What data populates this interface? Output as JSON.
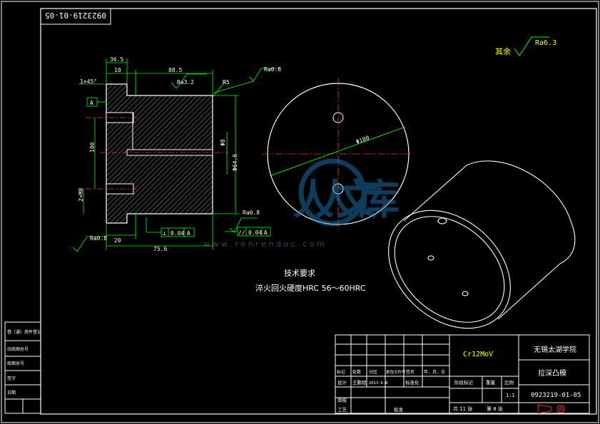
{
  "drawing_number_mirrored": "0923219-01-05",
  "surface_finish_other": {
    "label": "其余",
    "value": "Ra6.3"
  },
  "section_view": {
    "chamfer": "1×45°",
    "datum": "A",
    "dims": {
      "d1": "36.5",
      "d2": "10",
      "d3": "88.5",
      "r": "R5",
      "rough1": "Ra3.2",
      "rough2": "Ra0.8",
      "rough3": "Ra0.8",
      "rough4": "Ra0.8",
      "v1": "100",
      "v2": "2×M8",
      "v3": "Φ8",
      "v4": "Φ64.6",
      "h1": "20",
      "h2": "75.6"
    },
    "tol_flatness": {
      "sym": "⊥",
      "val": "0.04",
      "ref": "A"
    },
    "tol_parallel": {
      "sym": "//",
      "val": "0.04",
      "ref": "A"
    }
  },
  "top_view": {
    "dim": "Φ100"
  },
  "tech_req": {
    "title": "技术要求",
    "line1": "淬火回火硬度HRC 56～60HRC"
  },
  "watermark": {
    "brand": "人人文库",
    "url": "w w w . r e n r e n d o c . c o m"
  },
  "left_strip": [
    "借（通）用件登记",
    "旧底图总号",
    "底图总号",
    "签字",
    "日期"
  ],
  "title_block": {
    "material": "Cr12MoV",
    "school": "无锡太湖学院",
    "part_name": "拉深凸模",
    "drawing_no": "0923219-01-05",
    "scale": "1:1",
    "row_labels": [
      "标记",
      "处数",
      "分区",
      "更改文件号",
      "签名",
      "年、月、日"
    ],
    "design_label": "设计",
    "designer": "王鹏程",
    "date": "2013-6-8",
    "std_label": "标准化",
    "review_label": "审核",
    "process_label": "工艺",
    "approve_label": "批准",
    "stage_label": "阶段标记",
    "weight_label": "重量",
    "scale_label": "比例",
    "sheets_total": "共  11  张",
    "sheet_no": "第  8  张"
  }
}
